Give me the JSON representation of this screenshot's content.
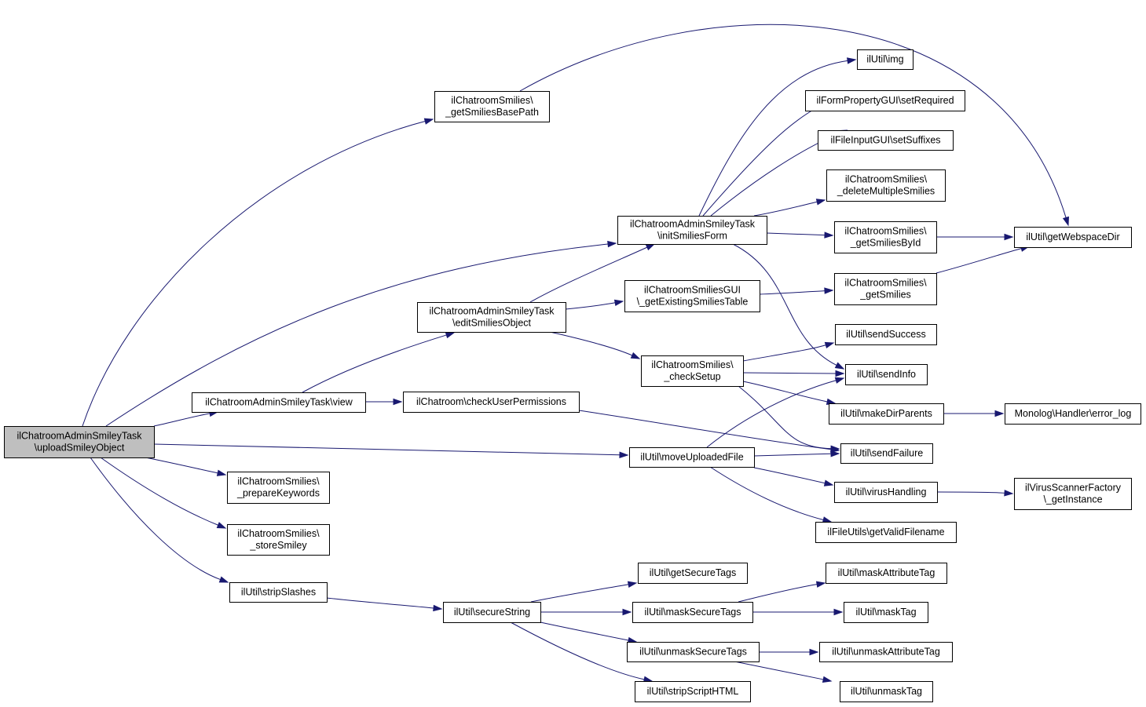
{
  "diagram": {
    "root": "n_upload",
    "nodes": [
      {
        "id": "n_upload",
        "lines": [
          "ilChatroomAdminSmileyTask",
          "\\uploadSmileyObject"
        ]
      },
      {
        "id": "n_basepath",
        "lines": [
          "ilChatroomSmilies\\",
          "_getSmiliesBasePath"
        ]
      },
      {
        "id": "n_initform",
        "lines": [
          "ilChatroomAdminSmileyTask",
          "\\initSmiliesForm"
        ]
      },
      {
        "id": "n_edit",
        "lines": [
          "ilChatroomAdminSmileyTask",
          "\\editSmiliesObject"
        ]
      },
      {
        "id": "n_view",
        "lines": [
          "ilChatroomAdminSmileyTask\\view"
        ]
      },
      {
        "id": "n_checkperm",
        "lines": [
          "ilChatroom\\checkUserPermissions"
        ]
      },
      {
        "id": "n_moveup",
        "lines": [
          "ilUtil\\moveUploadedFile"
        ]
      },
      {
        "id": "n_prepkw",
        "lines": [
          "ilChatroomSmilies\\",
          "_prepareKeywords"
        ]
      },
      {
        "id": "n_store",
        "lines": [
          "ilChatroomSmilies\\",
          "_storeSmiley"
        ]
      },
      {
        "id": "n_strip",
        "lines": [
          "ilUtil\\stripSlashes"
        ]
      },
      {
        "id": "n_img",
        "lines": [
          "ilUtil\\img"
        ]
      },
      {
        "id": "n_setreq",
        "lines": [
          "ilFormPropertyGUI\\setRequired"
        ]
      },
      {
        "id": "n_setsuf",
        "lines": [
          "ilFileInputGUI\\setSuffixes"
        ]
      },
      {
        "id": "n_delmul",
        "lines": [
          "ilChatroomSmilies\\",
          "_deleteMultipleSmilies"
        ]
      },
      {
        "id": "n_byid",
        "lines": [
          "ilChatroomSmilies\\",
          "_getSmiliesById"
        ]
      },
      {
        "id": "n_webdir",
        "lines": [
          "ilUtil\\getWebspaceDir"
        ]
      },
      {
        "id": "n_guitable",
        "lines": [
          "ilChatroomSmiliesGUI",
          "\\_getExistingSmiliesTable"
        ]
      },
      {
        "id": "n_getsm",
        "lines": [
          "ilChatroomSmilies\\",
          "_getSmilies"
        ]
      },
      {
        "id": "n_setup",
        "lines": [
          "ilChatroomSmilies\\",
          "_checkSetup"
        ]
      },
      {
        "id": "n_succ",
        "lines": [
          "ilUtil\\sendSuccess"
        ]
      },
      {
        "id": "n_info",
        "lines": [
          "ilUtil\\sendInfo"
        ]
      },
      {
        "id": "n_mkdir",
        "lines": [
          "ilUtil\\makeDirParents"
        ]
      },
      {
        "id": "n_errlog",
        "lines": [
          "Monolog\\Handler\\error_log"
        ]
      },
      {
        "id": "n_fail",
        "lines": [
          "ilUtil\\sendFailure"
        ]
      },
      {
        "id": "n_virus",
        "lines": [
          "ilUtil\\virusHandling"
        ]
      },
      {
        "id": "n_vsf",
        "lines": [
          "ilVirusScannerFactory",
          "\\_getInstance"
        ]
      },
      {
        "id": "n_validfn",
        "lines": [
          "ilFileUtils\\getValidFilename"
        ]
      },
      {
        "id": "n_securestr",
        "lines": [
          "ilUtil\\secureString"
        ]
      },
      {
        "id": "n_getsectags",
        "lines": [
          "ilUtil\\getSecureTags"
        ]
      },
      {
        "id": "n_masksec",
        "lines": [
          "ilUtil\\maskSecureTags"
        ]
      },
      {
        "id": "n_unmasksec",
        "lines": [
          "ilUtil\\unmaskSecureTags"
        ]
      },
      {
        "id": "n_stripscript",
        "lines": [
          "ilUtil\\stripScriptHTML"
        ]
      },
      {
        "id": "n_maskattr",
        "lines": [
          "ilUtil\\maskAttributeTag"
        ]
      },
      {
        "id": "n_masktag",
        "lines": [
          "ilUtil\\maskTag"
        ]
      },
      {
        "id": "n_unmaskattr",
        "lines": [
          "ilUtil\\unmaskAttributeTag"
        ]
      },
      {
        "id": "n_unmasktag",
        "lines": [
          "ilUtil\\unmaskTag"
        ]
      }
    ],
    "edges": [
      {
        "from": "n_upload",
        "to": "n_basepath"
      },
      {
        "from": "n_upload",
        "to": "n_initform"
      },
      {
        "from": "n_upload",
        "to": "n_view"
      },
      {
        "from": "n_upload",
        "to": "n_moveup"
      },
      {
        "from": "n_upload",
        "to": "n_prepkw"
      },
      {
        "from": "n_upload",
        "to": "n_store"
      },
      {
        "from": "n_upload",
        "to": "n_strip"
      },
      {
        "from": "n_basepath",
        "to": "n_webdir"
      },
      {
        "from": "n_initform",
        "to": "n_img"
      },
      {
        "from": "n_initform",
        "to": "n_setreq"
      },
      {
        "from": "n_initform",
        "to": "n_setsuf"
      },
      {
        "from": "n_initform",
        "to": "n_delmul"
      },
      {
        "from": "n_initform",
        "to": "n_byid"
      },
      {
        "from": "n_initform",
        "to": "n_info"
      },
      {
        "from": "n_byid",
        "to": "n_webdir"
      },
      {
        "from": "n_getsm",
        "to": "n_webdir"
      },
      {
        "from": "n_view",
        "to": "n_edit"
      },
      {
        "from": "n_view",
        "to": "n_checkperm"
      },
      {
        "from": "n_edit",
        "to": "n_initform"
      },
      {
        "from": "n_edit",
        "to": "n_guitable"
      },
      {
        "from": "n_edit",
        "to": "n_setup"
      },
      {
        "from": "n_guitable",
        "to": "n_getsm"
      },
      {
        "from": "n_setup",
        "to": "n_succ"
      },
      {
        "from": "n_setup",
        "to": "n_info"
      },
      {
        "from": "n_setup",
        "to": "n_mkdir"
      },
      {
        "from": "n_setup",
        "to": "n_fail"
      },
      {
        "from": "n_mkdir",
        "to": "n_errlog"
      },
      {
        "from": "n_checkperm",
        "to": "n_fail"
      },
      {
        "from": "n_moveup",
        "to": "n_info"
      },
      {
        "from": "n_moveup",
        "to": "n_fail"
      },
      {
        "from": "n_moveup",
        "to": "n_virus"
      },
      {
        "from": "n_moveup",
        "to": "n_validfn"
      },
      {
        "from": "n_virus",
        "to": "n_vsf"
      },
      {
        "from": "n_strip",
        "to": "n_securestr"
      },
      {
        "from": "n_securestr",
        "to": "n_getsectags"
      },
      {
        "from": "n_securestr",
        "to": "n_masksec"
      },
      {
        "from": "n_securestr",
        "to": "n_unmasksec"
      },
      {
        "from": "n_securestr",
        "to": "n_stripscript"
      },
      {
        "from": "n_masksec",
        "to": "n_maskattr"
      },
      {
        "from": "n_masksec",
        "to": "n_masktag"
      },
      {
        "from": "n_unmasksec",
        "to": "n_unmaskattr"
      },
      {
        "from": "n_unmasksec",
        "to": "n_unmasktag"
      }
    ],
    "colors": {
      "edge": "#191970",
      "root_fill": "#bfbfbf",
      "node_fill": "#ffffff",
      "border": "#000000"
    }
  }
}
